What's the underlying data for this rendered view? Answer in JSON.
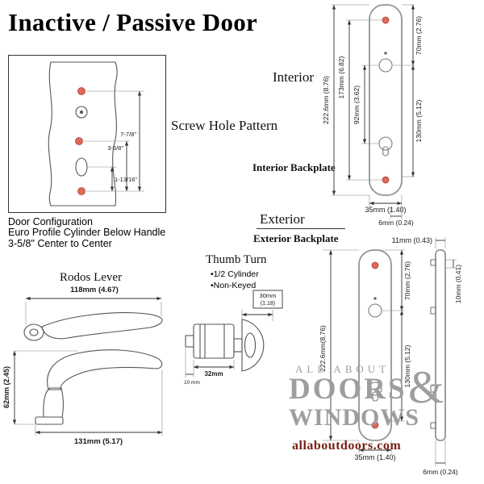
{
  "title": "Inactive / Passive Door",
  "screw_pattern": {
    "heading": "Screw Hole Pattern",
    "dims": {
      "overall": "7-7/8\"",
      "upper": "3-5/8\"",
      "lower": "1-13/16\""
    },
    "caption": [
      "Door Configuration",
      "Euro Profile Cylinder Below Handle",
      "3-5/8\" Center to Center"
    ]
  },
  "interior": {
    "heading": "Interior",
    "backplate_label": "Interior Backplate",
    "dims": {
      "height": "222.6mm (8.76)",
      "screw_span": "173mm (6.82)",
      "center_span": "92mm (3.62)",
      "top_to_handle": "70mm (2.76)",
      "handle_to_cylinder": "130mm (5.12)",
      "width": "35mm (1.40)",
      "edge": "6mm (0.24)"
    }
  },
  "exterior": {
    "heading": "Exterior",
    "backplate_label": "Exterior Backplate",
    "dims": {
      "top_offset": "11mm (0.43)",
      "top_to_handle": "70mm (2.76)",
      "thickness": "10mm (0.41)",
      "height": "222.6mm(8.76)",
      "handle_to_cylinder": "130mm (5.12)",
      "width": "35mm (1.40)",
      "edge": "6mm (0.24)"
    }
  },
  "lever": {
    "heading": "Rodos Lever",
    "dims": {
      "top_length": "118mm (4.67)",
      "side_length": "131mm (5.17)",
      "height": "62mm (2.45)"
    }
  },
  "thumb_turn": {
    "heading": "Thumb Turn",
    "bullets": [
      "•1/2 Cylinder",
      "•Non-Keyed"
    ],
    "dims": {
      "turn_width_mm": "30mm",
      "turn_width_in": "(1.18)",
      "body_length": "32mm",
      "tail": "10 mm"
    }
  },
  "logo": {
    "tagline": "ALL ABOUT",
    "doors": "DOORS",
    "ampersand": "&",
    "windows": "WINDOWS",
    "url": "allaboutdoors.com"
  }
}
